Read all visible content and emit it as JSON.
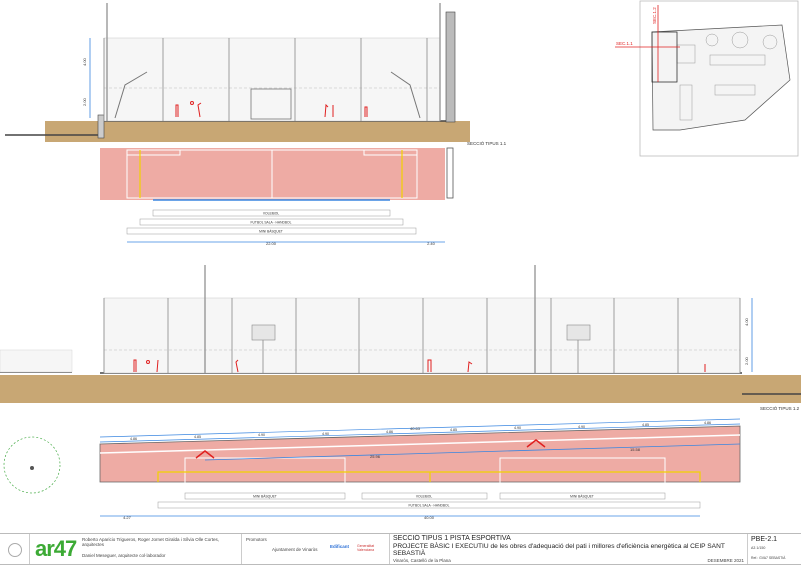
{
  "colors": {
    "soil": "#c8a774",
    "court": "#eeaba4",
    "line_yellow": "#f2d200",
    "dimension": "#3a86e0",
    "figure": "#e02020"
  },
  "section_1": {
    "label": "SECCIÓ TIPUS 1.1",
    "height_dims": [
      "4.00",
      "2.00"
    ],
    "zones": [
      "VOLEIBOL",
      "FUTBOL SALA - HANDBOL",
      "MINI BÀSQUET"
    ],
    "dims": [
      "22.00",
      "2.40"
    ]
  },
  "section_2": {
    "label": "SECCIÓ TIPUS 1.2",
    "height_dims": [
      "4.00",
      "2.00"
    ],
    "total_top": "40.63",
    "segments": [
      "4.86",
      "4.85",
      "4.90",
      "4.90",
      "4.86",
      "4.85",
      "4.90",
      "4.90",
      "4.85",
      "4.86"
    ],
    "inner_dims": [
      "25.96",
      "15.58"
    ],
    "zones": [
      "MINI BÀSQUET",
      "VOLEIBOL",
      "MINI BÀSQUET"
    ],
    "zone_wide": "FUTBOL SALA - HANDBOL",
    "dims": [
      "4.27",
      "40.00"
    ]
  },
  "key_plan": {
    "sec_1": "SEC.1.1",
    "sec_2": "SEC.1.2"
  },
  "title_block": {
    "logo": "ar47",
    "authors": "Roberto Aparicio Trigueros, Roger Jornet Giralda i Sílvia Olle Cortes, arquitectes",
    "collaborator": "Daniel Meseguer, arquitecte col·laborador",
    "promoters_label": "Promotors",
    "promoter_1": "Ajuntament de Vinaròs",
    "promoter_2": "Edificant",
    "promoter_3": "Generalitat Valenciana",
    "title": "SECCIÓ TIPUS 1 PISTA ESPORTIVA",
    "project": "PROJECTE BÀSIC I EXECUTIU de les obres d'adequació del pati i millores d'eficiència energètica al CEIP SANT SEBASTIÀ",
    "location": "Vinaròs, Castelló de la Plana",
    "date": "DESEMBRE 2021",
    "sheet": "PBE-2.1",
    "scale": "A3 1/150",
    "ref": "Ref.: GVA7 SEBASTIÀ"
  }
}
